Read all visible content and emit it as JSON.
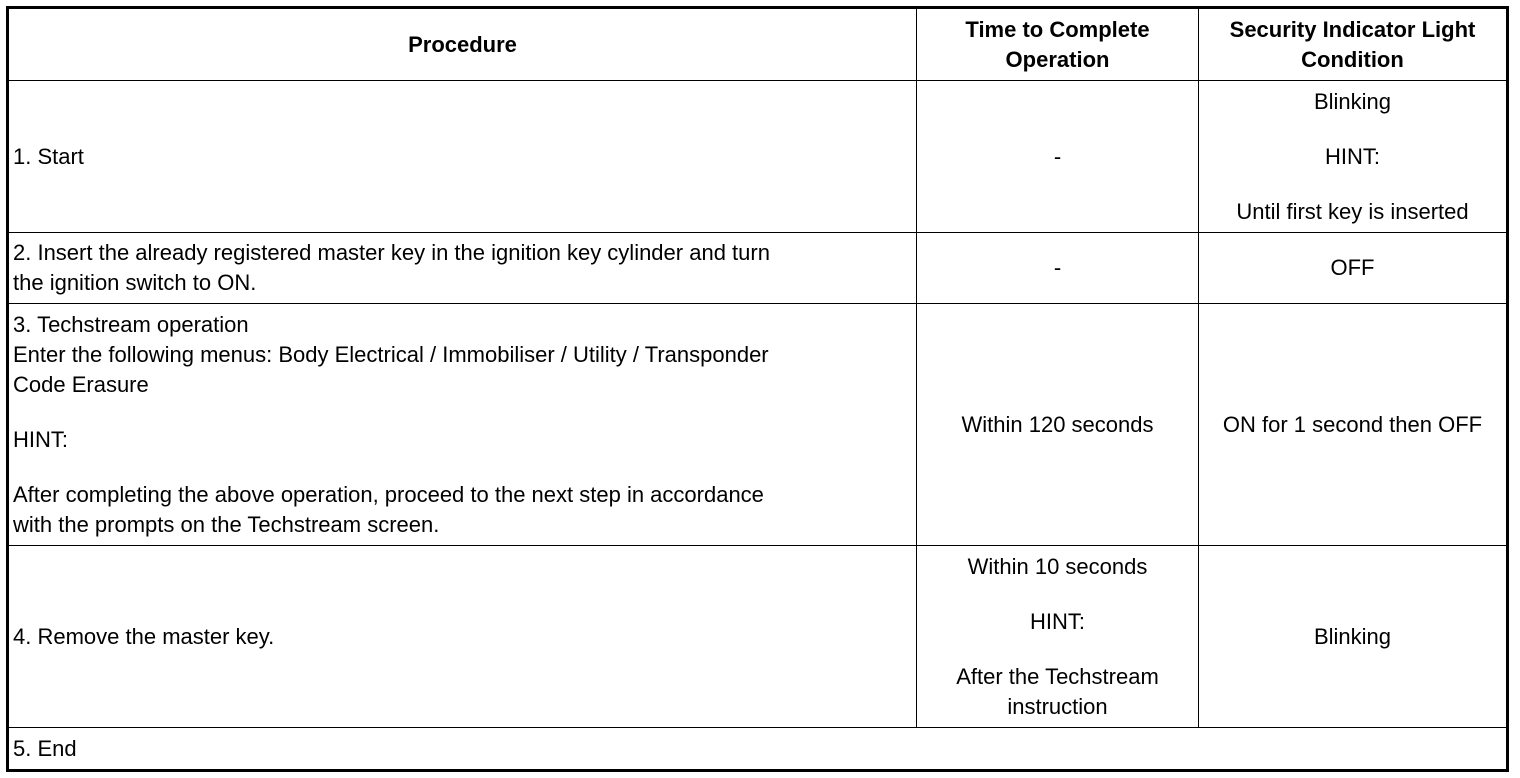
{
  "table": {
    "headers": {
      "procedure": "Procedure",
      "time": [
        "Time to Complete",
        "Operation"
      ],
      "indicator": [
        "Security Indicator Light",
        "Condition"
      ]
    },
    "rows": [
      {
        "procedure": [
          "1. Start"
        ],
        "time": [
          "-"
        ],
        "indicator": [
          "Blinking",
          "HINT:",
          "Until first key is inserted"
        ]
      },
      {
        "procedure": [
          "2. Insert the already registered master key in the ignition key cylinder and turn",
          "the ignition switch to ON."
        ],
        "time": [
          "-"
        ],
        "indicator": [
          "OFF"
        ]
      },
      {
        "procedure": [
          "3. Techstream operation",
          "Enter the following menus: Body Electrical / Immobiliser / Utility / Transponder",
          "Code Erasure",
          "HINT:",
          "After completing the above operation, proceed to the next step in accordance",
          "with the prompts on the Techstream screen."
        ],
        "time": [
          "Within 120 seconds"
        ],
        "indicator": [
          "ON for 1 second then OFF"
        ]
      },
      {
        "procedure": [
          "4. Remove the master key."
        ],
        "time": [
          "Within 10 seconds",
          "HINT:",
          "After the Techstream",
          "instruction"
        ],
        "indicator": [
          "Blinking"
        ]
      },
      {
        "procedure": [
          "5. End"
        ]
      }
    ]
  }
}
